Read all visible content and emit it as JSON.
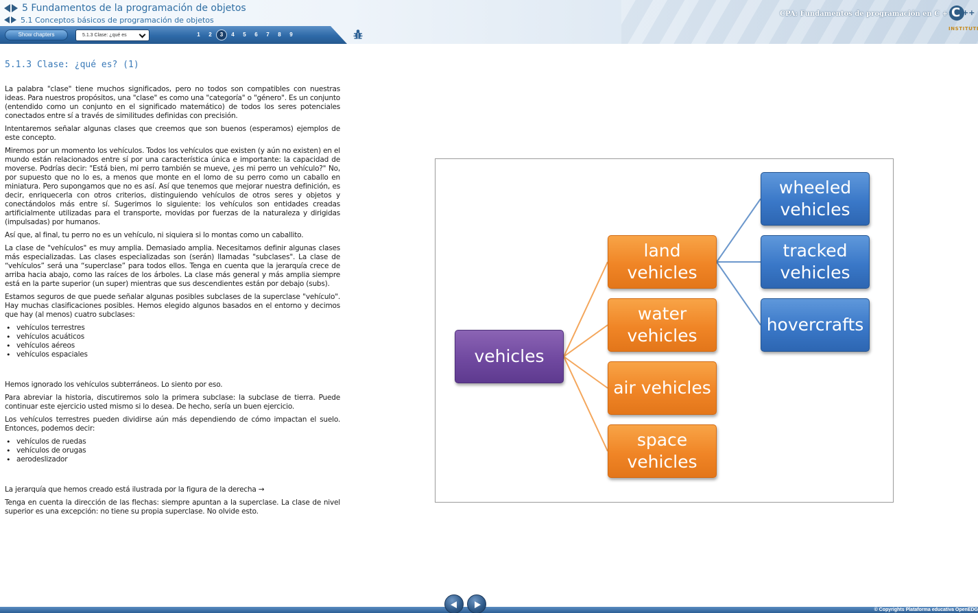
{
  "header": {
    "chapter_title": "5 Fundamentos de la programación de objetos",
    "section_title": "5.1 Conceptos básicos de programación de objetos",
    "course_title": "CPA: Fundamentos de programación en C ++",
    "logo_letter": "C",
    "logo_plus": "++",
    "logo_subtitle": "INSTITUTE",
    "show_chapters_label": "Show chapters",
    "page_select_value": "5.1.3 Clase: ¿qué es",
    "pages": [
      "1",
      "2",
      "3",
      "4",
      "5",
      "6",
      "7",
      "8",
      "9"
    ],
    "current_page": "3"
  },
  "content": {
    "title": "5.1.3 Clase: ¿qué es? (1)",
    "p1": "La palabra \"clase\" tiene muchos significados, pero no todos son compatibles con nuestras ideas. Para nuestros propósitos, una \"clase\" es como una \"categoría\" o \"género\". Es un conjunto (entendido como un conjunto en el significado matemático) de todos los seres potenciales conectados entre sí a través de similitudes definidas con precisión.",
    "p2": "Intentaremos señalar algunas clases que creemos que son buenos (esperamos) ejemplos de este concepto.",
    "p3": "Miremos por un momento los vehículos. Todos los vehículos que existen (y aún no existen) en el mundo están relacionados entre sí por una característica única e importante: la capacidad de moverse. Podrías decir: \"Está bien, mi perro también se mueve, ¿es mi perro un vehículo?\" No, por supuesto que no lo es, a menos que monte en el lomo de su perro como un caballo en miniatura. Pero supongamos que no es así. Así que tenemos que mejorar nuestra definición, es decir, enriquecerla con otros criterios, distinguiendo vehículos de otros seres y objetos y conectándolos más entre sí. Sugerimos lo siguiente: los vehículos son entidades creadas artificialmente utilizadas para el transporte, movidas por fuerzas de la naturaleza y dirigidas (impulsadas) por humanos.",
    "p4": "Así que, al final, tu perro no es un vehículo, ni siquiera si lo montas como un caballito.",
    "p5": "La clase de \"vehículos\" es muy amplia. Demasiado amplia. Necesitamos definir algunas clases más especializadas. Las clases especializadas son (serán) llamadas \"subclases\". La clase de “vehículos” será una “superclase” para todos ellos. Tenga en cuenta que la jerarquía crece de arriba hacia abajo, como las raíces de los árboles. La clase más general y más amplia siempre está en la parte superior (un super) mientras que sus descendientes están por debajo (subs).",
    "p6": "Estamos seguros de que puede señalar algunas posibles subclases de la superclase \"vehículo\". Hay muchas clasificaciones posibles. Hemos elegido algunos basados en el entorno y decimos que hay (al menos) cuatro subclases:",
    "list1": [
      "vehículos terrestres",
      "vehículos acuáticos",
      "vehículos aéreos",
      "vehículos espaciales"
    ],
    "p7": "Hemos ignorado los vehículos subterráneos. Lo siento por eso.",
    "p8": "Para abreviar la historia, discutiremos solo la primera subclase: la subclase de tierra. Puede continuar este ejercicio usted mismo si lo desea. De hecho, sería un buen ejercicio.",
    "p9": "Los vehículos terrestres pueden dividirse aún más dependiendo de cómo impactan el suelo. Entonces, podemos decir:",
    "list2": [
      "vehículos de ruedas",
      "vehículos de orugas",
      "aerodeslizador"
    ],
    "p10": "La jerarquía que hemos creado está ilustrada por la figura de la derecha →",
    "p11": "Tenga en cuenta la dirección de las flechas: siempre apuntan a la superclase. La clase de nivel superior es una excepción: no tiene su propia superclase. No olvide esto."
  },
  "diagram": {
    "root": "vehicles",
    "level1": [
      "land\nvehicles",
      "water\nvehicles",
      "air vehicles",
      "space\nvehicles"
    ],
    "level2": [
      "wheeled\nvehicles",
      "tracked\nvehicles",
      "hovercrafts"
    ],
    "colors": {
      "root": "#7a52a8",
      "level1": "#f08a2c",
      "level2": "#3d7bc9",
      "line_root": "#f4a65b",
      "line_land": "#6b97cc"
    }
  },
  "footer": {
    "prev_icon": "arrow-left-icon",
    "next_icon": "arrow-right-icon",
    "copyright": "© Copyrights Plataforma educativa OpenEDG"
  }
}
